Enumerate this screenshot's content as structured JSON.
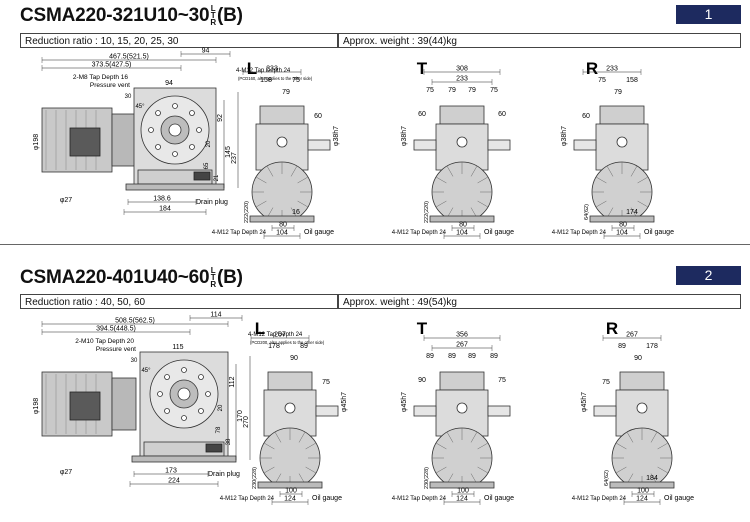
{
  "sections": [
    {
      "title_main": "CSMA220-321U10~30",
      "title_frac_top": "L",
      "title_frac_mid": "T",
      "title_frac_bot": "R",
      "title_suffix": "(B)",
      "badge": "1",
      "reduction_ratio": "Reduction ratio : 10, 15, 20, 25, 30",
      "weight": "Approx. weight : 39(44)kg",
      "views": [
        "L",
        "T",
        "R"
      ],
      "side_dims": {
        "overall": "467.5(521.5)",
        "d2": "373.5(427.5)",
        "d3": "94",
        "tap_top": "2-M8 Tap Depth 16",
        "pressure_vent": "Pressure vent",
        "tap_mid": "4-M12 Tap Depth 24",
        "pcd_note": "(PCD160, also applies to the other side)",
        "d_94b": "94",
        "d_30": "30",
        "d_45": "45°",
        "d_92": "92",
        "d_145": "145",
        "d_237": "237",
        "d_20": "20",
        "d_65": "65",
        "d_21": "21",
        "d_198": "φ198",
        "d_27": "φ27",
        "d_1386": "138.6",
        "d_184": "184",
        "drain_plug": "Drain plug"
      },
      "L_dims": {
        "top": "233",
        "a": "158",
        "b": "75",
        "c": "79",
        "d": "60",
        "shaft": "φ38h7",
        "bl": "222(220)",
        "f1": "16",
        "b80": "80",
        "b104": "104",
        "tap": "4-M12 Tap Depth 24",
        "oil": "Oil gauge"
      },
      "T_dims": {
        "top": "308",
        "mid": "233",
        "a": "75",
        "b": "79",
        "c": "79",
        "d": "75",
        "e": "60",
        "f": "60",
        "shaft": "φ38h7",
        "bl": "222(220)",
        "b80": "80",
        "b104": "104",
        "tap": "4-M12 Tap Depth 24",
        "oil": "Oil gauge"
      },
      "R_dims": {
        "top": "233",
        "a": "75",
        "b": "158",
        "c": "79",
        "d": "60",
        "shaft": "φ38h7",
        "bl": "64(62)",
        "b174": "174",
        "b80": "80",
        "b104": "104",
        "tap": "4-M12 Tap Depth 24",
        "oil": "Oil gauge"
      }
    },
    {
      "title_main": "CSMA220-401U40~60",
      "title_frac_top": "L",
      "title_frac_mid": "T",
      "title_frac_bot": "R",
      "title_suffix": "(B)",
      "badge": "2",
      "reduction_ratio": "Reduction ratio : 40, 50, 60",
      "weight": "Approx. weight : 49(54)kg",
      "views": [
        "L",
        "T",
        "R"
      ],
      "side_dims": {
        "overall": "508.5(562.5)",
        "d2": "394.5(448.5)",
        "d3": "114",
        "tap_top": "2-M10 Tap Depth 20",
        "pressure_vent": "Pressure vent",
        "tap_mid": "4-M12 Tap Depth 24",
        "pcd_note": "(PCD200, also applies to the other side)",
        "d_94b": "115",
        "d_30": "30",
        "d_45": "45°",
        "d_92": "112",
        "d_145": "170",
        "d_237": "270",
        "d_20": "20",
        "d_65": "78",
        "d_21": "38",
        "d_198": "φ198",
        "d_27": "φ27",
        "d_1386": "173",
        "d_184": "224",
        "drain_plug": "Drain plug"
      },
      "L_dims": {
        "top": "267",
        "a": "178",
        "b": "89",
        "c": "90",
        "d": "75",
        "shaft": "φ45h7",
        "bl": "230(228)",
        "f1": "",
        "b80": "100",
        "b104": "124",
        "tap": "4-M12 Tap Depth 24",
        "oil": "Oil gauge"
      },
      "T_dims": {
        "top": "356",
        "mid": "267",
        "a": "89",
        "b": "89",
        "c": "89",
        "d": "89",
        "e": "90",
        "f": "75",
        "shaft": "φ45h7",
        "bl": "230(228)",
        "b80": "100",
        "b104": "124",
        "tap": "4-M12 Tap Depth 24",
        "oil": "Oil gauge"
      },
      "R_dims": {
        "top": "267",
        "a": "89",
        "b": "178",
        "c": "90",
        "d": "75",
        "shaft": "φ45h7",
        "bl": "64(62)",
        "b174": "184",
        "b80": "100",
        "b104": "124",
        "tap": "4-M12 Tap Depth 24",
        "oil": "Oil gauge"
      }
    }
  ]
}
